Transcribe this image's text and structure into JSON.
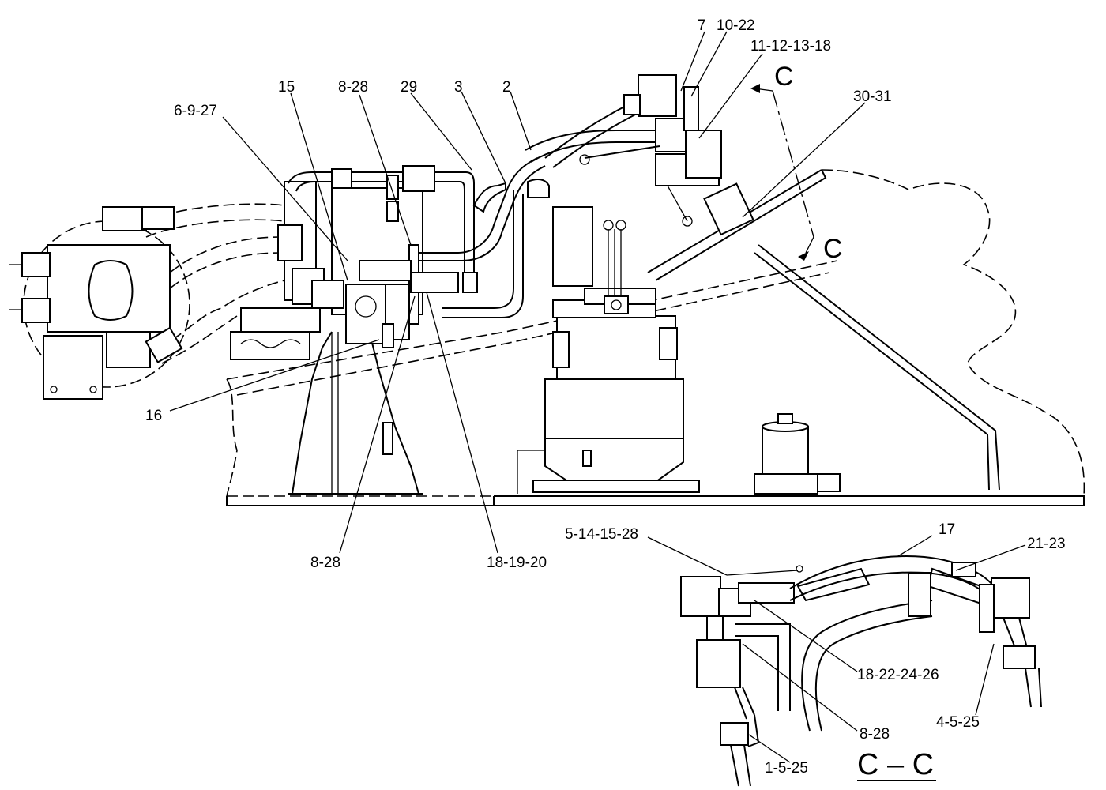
{
  "callouts": {
    "c_6_9_27": "6-9-27",
    "c_15": "15",
    "c_8_28_top": "8-28",
    "c_29": "29",
    "c_3": "3",
    "c_2": "2",
    "c_7": "7",
    "c_10_22": "10-22",
    "c_11_12_13_18": "11-12-13-18",
    "c_30_31": "30-31",
    "c_16": "16",
    "c_8_28_bottom": "8-28",
    "c_18_19_20": "18-19-20",
    "c_5_14_15_28": "5-14-15-28",
    "c_17": "17",
    "c_21_23": "21-23",
    "c_18_22_24_26": "18-22-24-26",
    "c_8_28_section": "8-28",
    "c_4_5_25": "4-5-25",
    "c_1_5_25": "1-5-25"
  },
  "section_markers": {
    "upper": "C",
    "lower": "C"
  },
  "section_view_title": "C – C"
}
